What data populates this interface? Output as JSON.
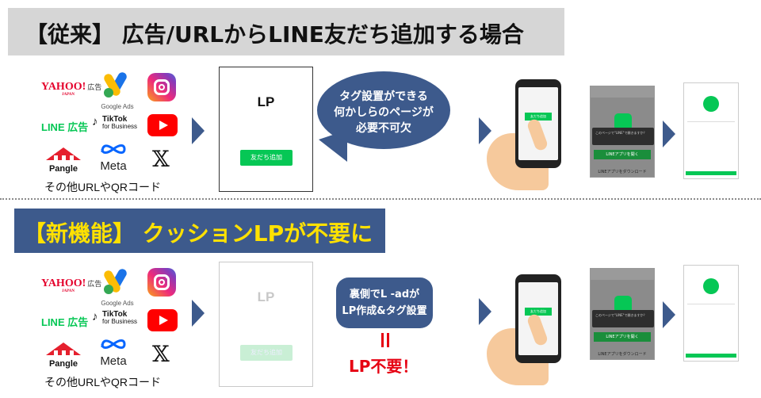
{
  "old_section": {
    "title": "【従来】 広告/URLからLINE友だち追加する場合",
    "logos": {
      "yahoo": "YAHOO!",
      "yahoo_jp": "JAPAN",
      "yahoo_suffix": "広告",
      "google_ads": "Google Ads",
      "line_ads": "LINE 広告",
      "tiktok_line1": "TikTok",
      "tiktok_line2": "for Business",
      "pangle": "Pangle",
      "meta": "Meta",
      "x": "𝕏"
    },
    "other_sources": "その他URLやQRコード",
    "lp_title": "LP",
    "lp_button": "友だち追加",
    "bubble_line1": "タグ設置ができる",
    "bubble_line2": "何かしらのページが",
    "bubble_line3": "必要不可欠",
    "phone_button": "友だち追加",
    "shot_dialog": "このページで\"LINE\"で開きますか？",
    "shot_open_button": "LINEアプリを開く",
    "shot_download": "LINEアプリをダウンロード"
  },
  "new_section": {
    "title": "【新機能】 クッションLPが不要に",
    "logos": {
      "yahoo": "YAHOO!",
      "yahoo_jp": "JAPAN",
      "yahoo_suffix": "広告",
      "google_ads": "Google Ads",
      "line_ads": "LINE 広告",
      "tiktok_line1": "TikTok",
      "tiktok_line2": "for Business",
      "pangle": "Pangle",
      "meta": "Meta",
      "x": "𝕏"
    },
    "other_sources": "その他URLやQRコード",
    "lp_title": "LP",
    "lp_button": "友だち追加",
    "box_line1": "裏側でL -adが",
    "box_line2": "LP作成&タグ設置",
    "lp_unnecessary": "LP不要！",
    "phone_button": "友だち追加",
    "shot_dialog": "このページで\"LINE\"で開きますか？",
    "shot_open_button": "LINEアプリを開く",
    "shot_download": "LINEアプリをダウンロード"
  },
  "colors": {
    "navy": "#3d5a8c",
    "yellow": "#ffe100",
    "line_green": "#06c755",
    "red": "#e60012",
    "banner_gray": "#d6d6d6"
  }
}
